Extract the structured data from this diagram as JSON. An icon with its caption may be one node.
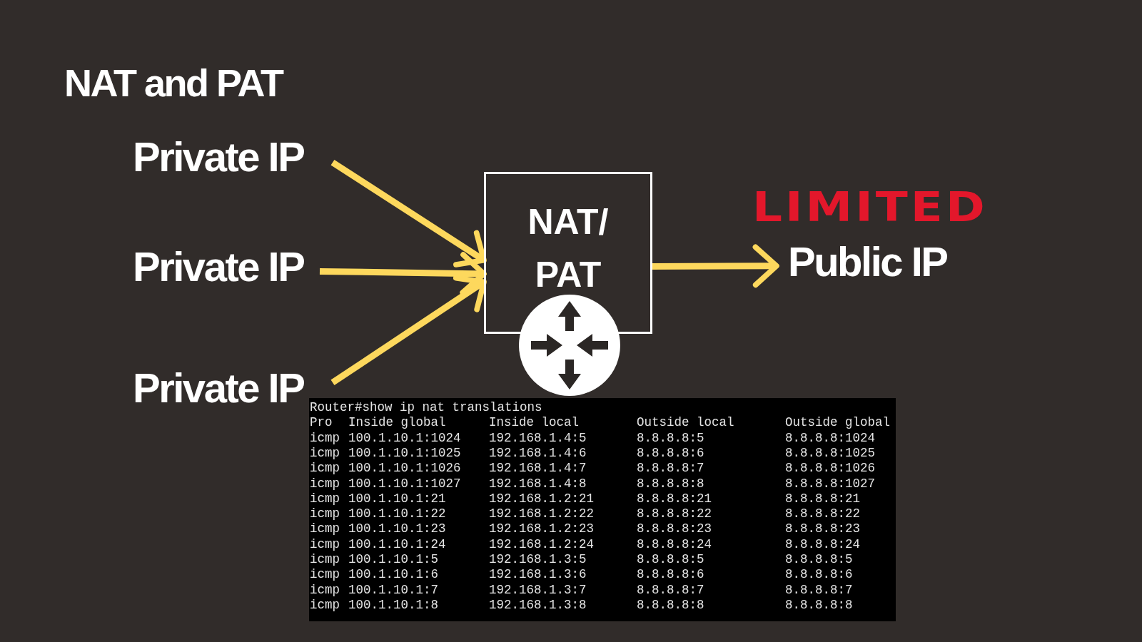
{
  "diagram": {
    "title": "NAT and PAT",
    "nodes": [
      {
        "text": [
          "Private IP"
        ]
      },
      {
        "text": [
          "Private IP"
        ]
      },
      {
        "text": [
          "Private IP"
        ]
      },
      {
        "text": [
          "NAT/ PAT"
        ]
      },
      {
        "text": [
          "Public IP"
        ]
      }
    ],
    "edges": [
      {
        "from": 0,
        "to": 3,
        "arrow": "to"
      },
      {
        "from": 1,
        "to": 3,
        "arrow": "to"
      },
      {
        "from": 2,
        "to": 3,
        "arrow": "to"
      },
      {
        "from": 3,
        "to": 4,
        "arrow": "to"
      }
    ],
    "labels": [
      "LIMITED",
      "Router#show ip nat translations",
      "Pro",
      "Inside global",
      "Inside local",
      "Outside local",
      "Outside global",
      "icmp",
      "100.1.10.1:1024",
      "192.168.1.4:5",
      "8.8.8.8:5",
      "8.8.8.8:1024",
      "icmp",
      "100.1.10.1:1025",
      "192.168.1.4:6",
      "8.8.8.8:6",
      "8.8.8.8:1025",
      "icmp",
      "100.1.10.1:1026",
      "192.168.1.4:7",
      "8.8.8.8:7",
      "8.8.8.8:1026",
      "icmp",
      "100.1.10.1:1027",
      "192.168.1.4:8",
      "8.8.8.8:8",
      "8.8.8.8:1027",
      "icmp",
      "100.1.10.1:21",
      "192.168.1.2:21",
      "8.8.8.8:21",
      "8.8.8.8:21",
      "icmp",
      "100.1.10.1:22",
      "192.168.1.2:22",
      "8.8.8.8:22",
      "8.8.8.8:22",
      "icmp",
      "100.1.10.1:23",
      "192.168.1.2:23",
      "8.8.8.8:23",
      "8.8.8.8:23",
      "icmp",
      "100.1.10.1:24",
      "192.168.1.2:24",
      "8.8.8.8:24",
      "8.8.8.8:24",
      "icmp",
      "100.1.10.1:5",
      "192.168.1.3:5",
      "8.8.8.8:5",
      "8.8.8.8:5",
      "icmp",
      "100.1.10.1:6",
      "192.168.1.3:6",
      "8.8.8.8:6",
      "8.8.8.8:6",
      "icmp",
      "100.1.10.1:7",
      "192.168.1.3:7",
      "8.8.8.8:7",
      "8.8.8.8:7",
      "icmp",
      "100.1.10.1:8",
      "192.168.1.3:8",
      "8.8.8.8:8",
      "8.8.8.8:8"
    ]
  }
}
